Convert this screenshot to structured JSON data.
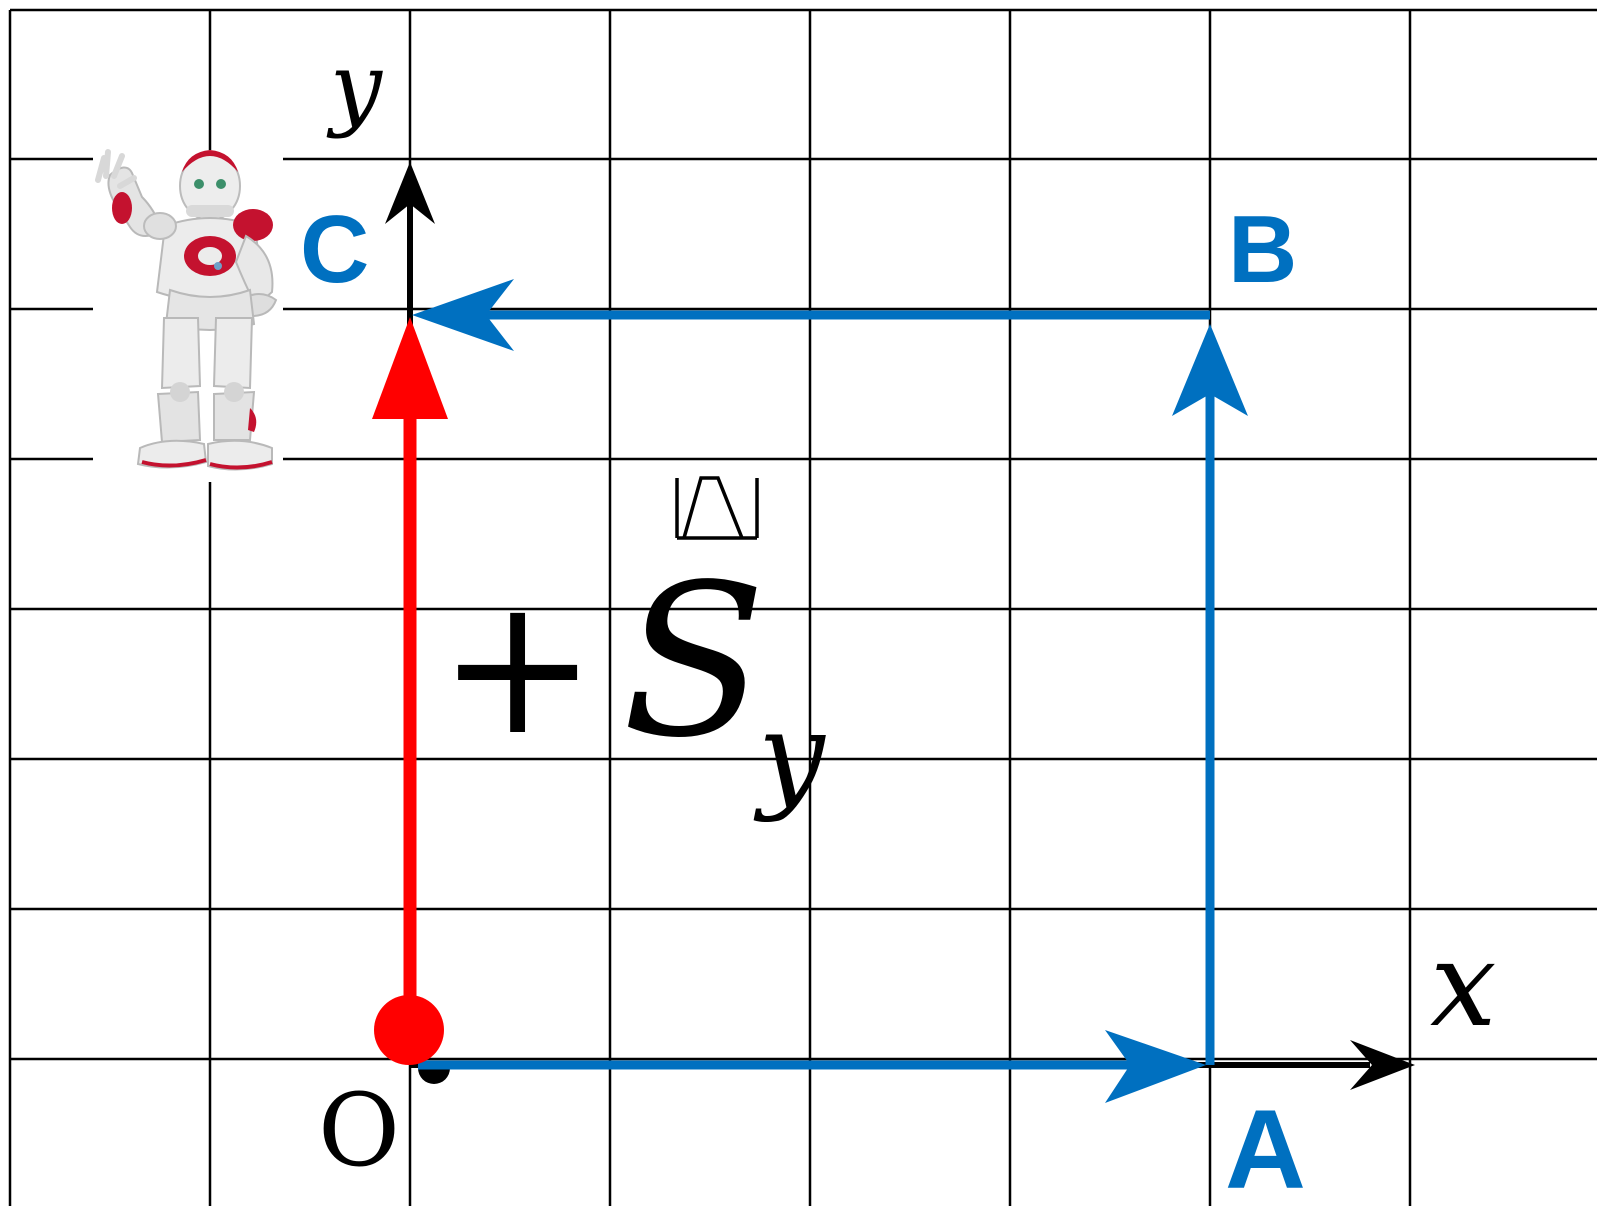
{
  "labels": {
    "x_axis": "x",
    "y_axis": "y",
    "origin": "O",
    "point_a": "A",
    "point_b": "B",
    "point_c": "C",
    "sign": "+",
    "symbol": "S",
    "subscript": "y"
  },
  "colors": {
    "grid": "#000000",
    "axis": "#000000",
    "path": "#0070c0",
    "displacement": "#ff0000",
    "robot_body": "#e9e9e9",
    "robot_accent": "#c4122f"
  },
  "icons": {
    "robot": "humanoid-robot-icon",
    "origin_marker": "red-dot-icon"
  }
}
